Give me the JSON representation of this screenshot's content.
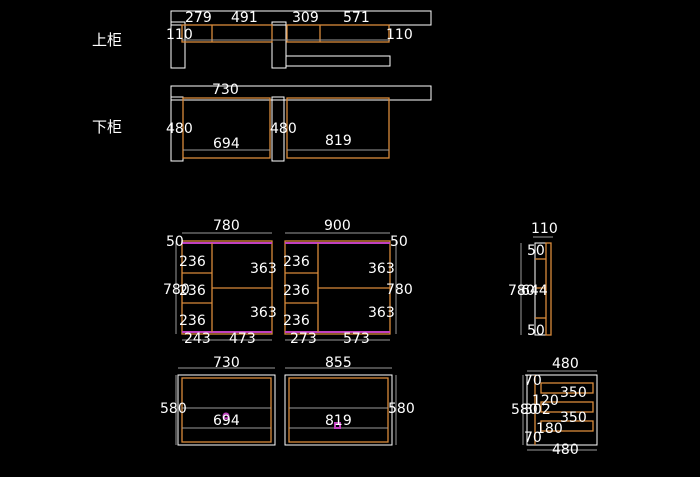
{
  "section_labels": {
    "upper": "上柜",
    "lower": "下柜"
  },
  "upper_cabinet": {
    "d1": "279",
    "d2": "491",
    "d3": "309",
    "d4": "571",
    "left": "110",
    "right": "110"
  },
  "lower_cabinet": {
    "top": "730",
    "left": "480",
    "mid": "480",
    "w1": "694",
    "w2": "819"
  },
  "front_a": {
    "width": "780",
    "top": "50",
    "side": "780",
    "s1": "236",
    "s2": "236",
    "s3": "236",
    "r1": "363",
    "r2": "363",
    "b1": "243",
    "b2": "473"
  },
  "front_b": {
    "width": "900",
    "top": "50",
    "side": "780",
    "s1": "236",
    "s2": "236",
    "s3": "236",
    "r1": "363",
    "r2": "363",
    "b1": "273",
    "b2": "573"
  },
  "side_upper": {
    "depth": "110",
    "h": "780",
    "mid": "644",
    "top": "50",
    "bottom": "50"
  },
  "base_a": {
    "width": "730",
    "height": "580",
    "inner": "694"
  },
  "base_b": {
    "width": "855",
    "height": "580",
    "inner": "819"
  },
  "side_lower": {
    "top": "480",
    "bottom": "480",
    "height": "580",
    "mid": "302",
    "v1": "70",
    "v2": "120",
    "v3": "180",
    "v4": "70",
    "r1": "350",
    "r2": "350"
  }
}
